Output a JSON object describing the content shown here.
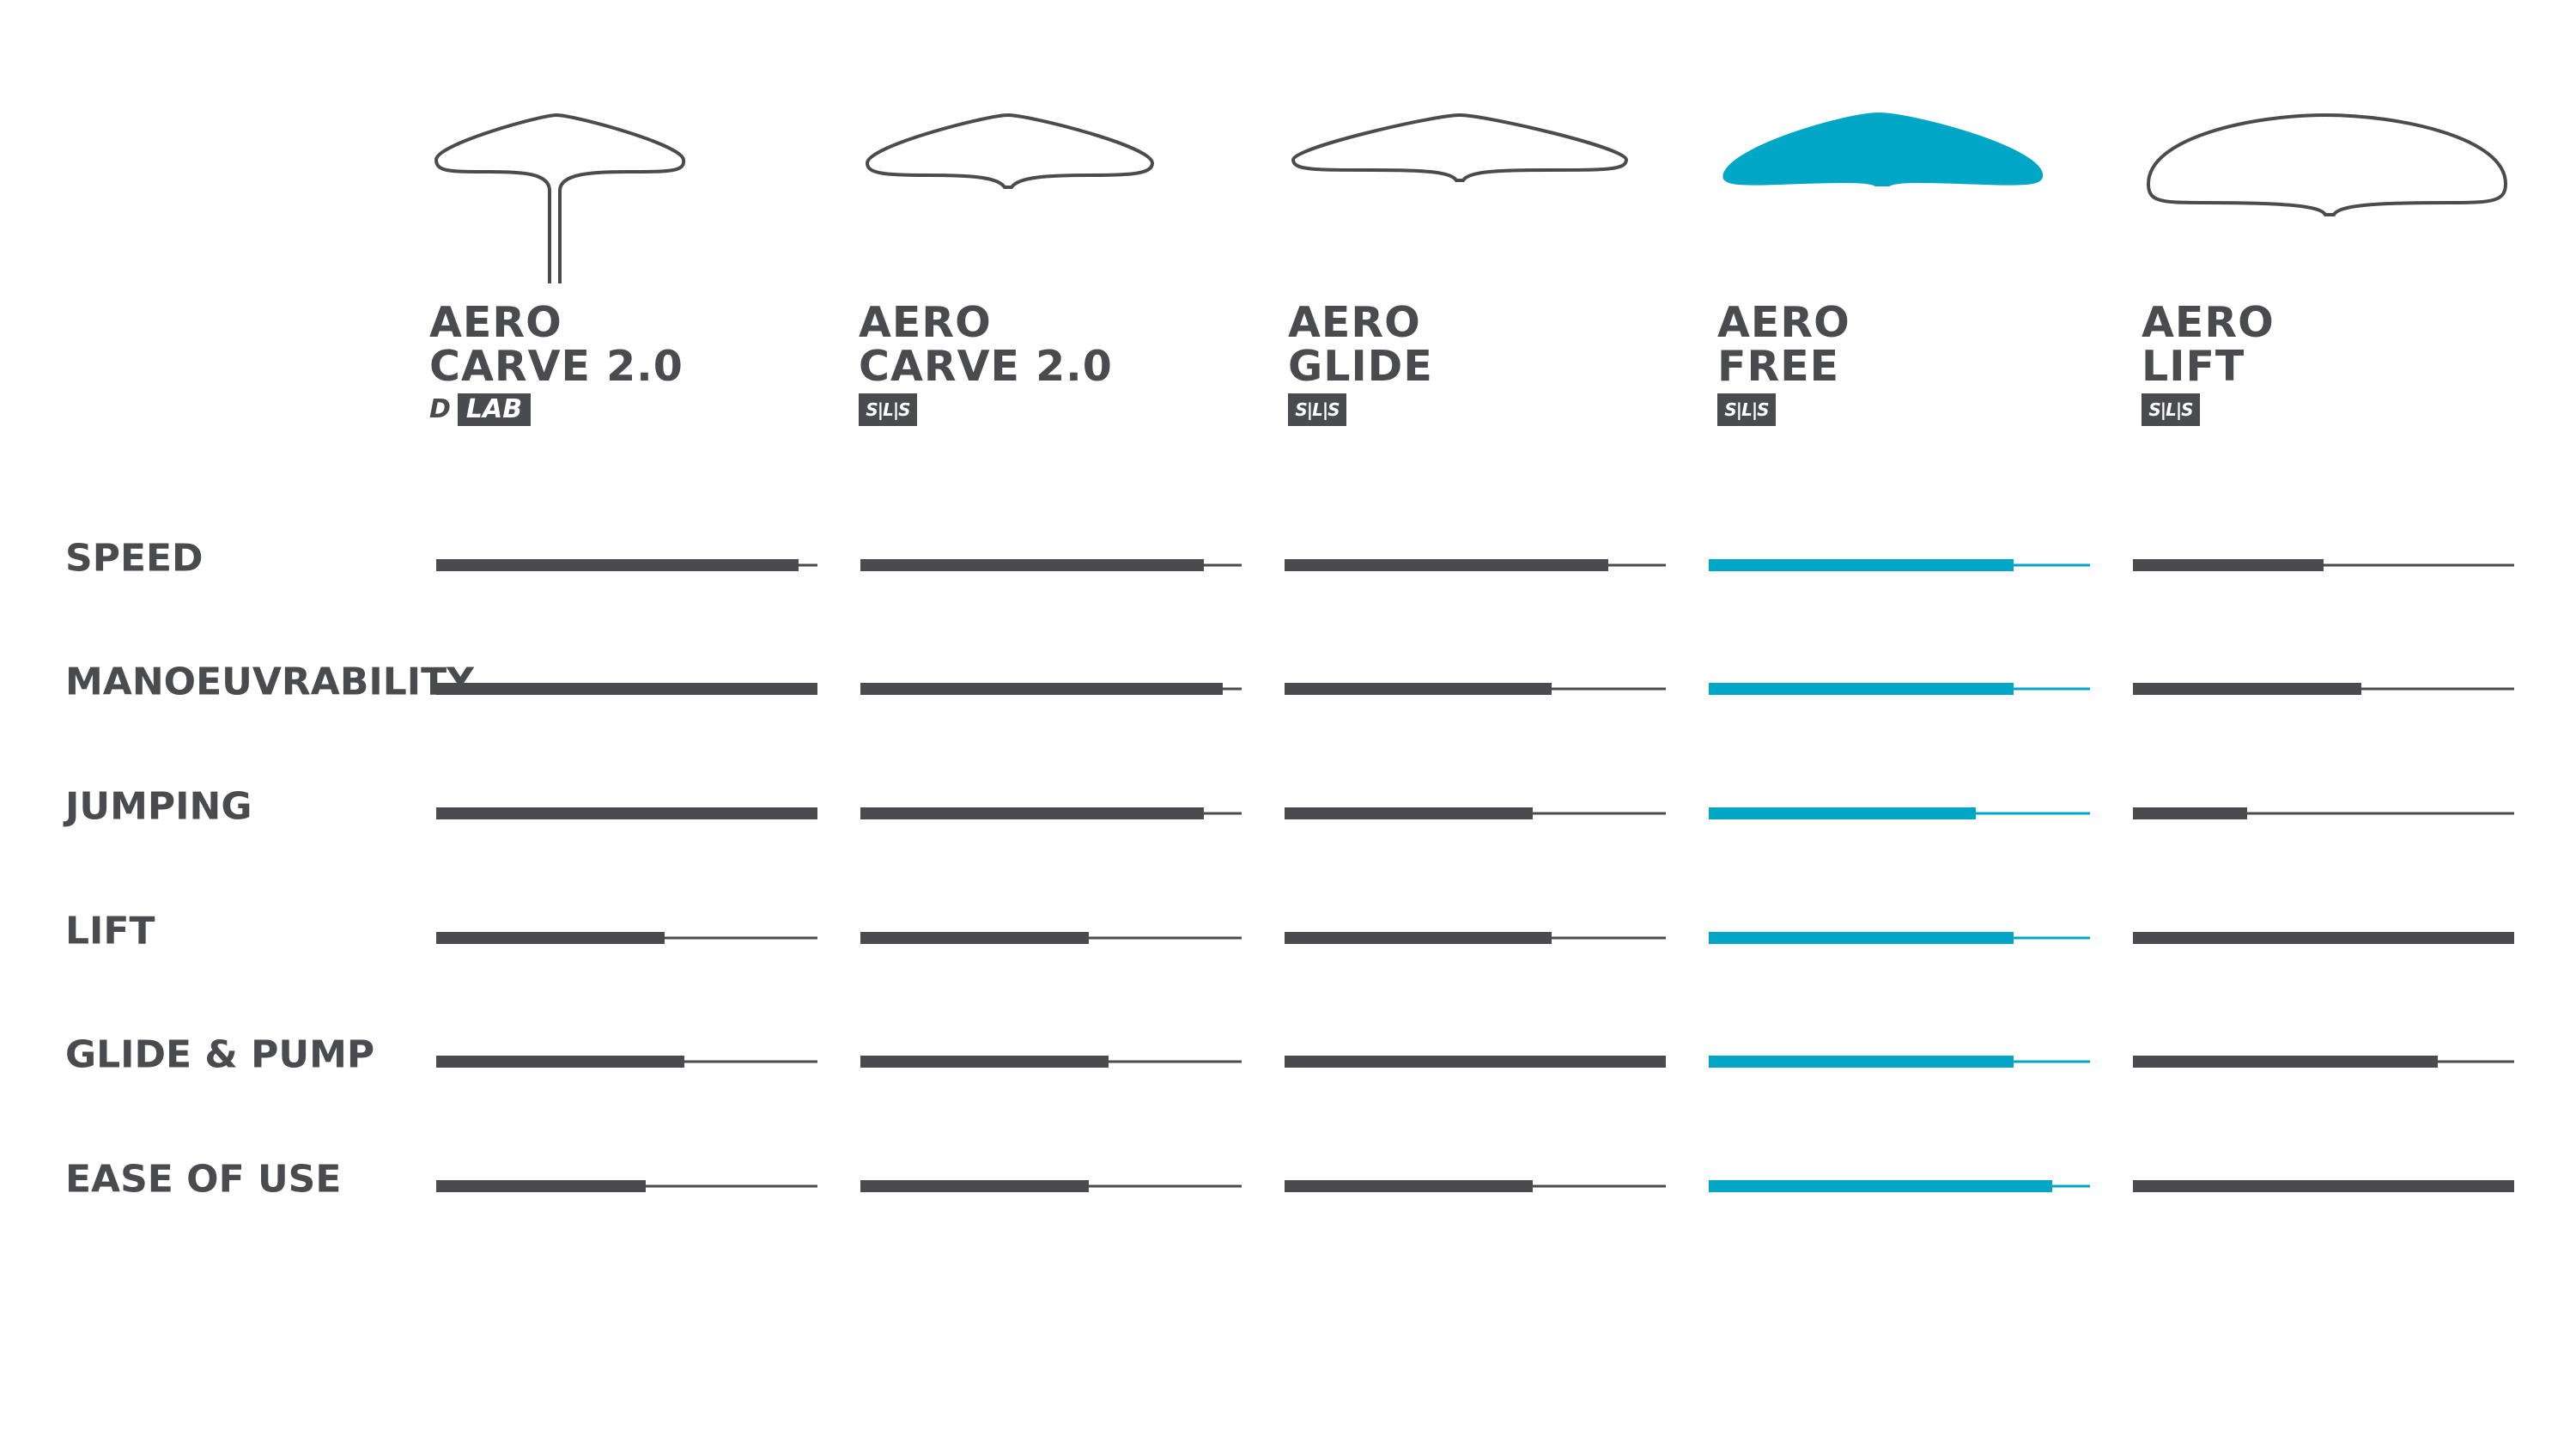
{
  "colors": {
    "dark": "#4a4b4e",
    "accent": "#00a6c6"
  },
  "chart_data": {
    "type": "bar",
    "subtype": "horizontal-rating-bars",
    "categories": [
      "SPEED",
      "MANOEUVRABILITY",
      "JUMPING",
      "LIFT",
      "GLIDE & PUMP",
      "EASE OF USE"
    ],
    "xlim": [
      0,
      1
    ],
    "products": [
      {
        "name_lines": [
          "AERO",
          "CARVE 2.0"
        ],
        "badge": "D LAB",
        "badge_parts": [
          "D",
          "LAB"
        ],
        "highlight": false,
        "foil_icon": "mast-foil-icon",
        "values": [
          0.95,
          1.0,
          1.0,
          0.6,
          0.65,
          0.55
        ]
      },
      {
        "name_lines": [
          "AERO",
          "CARVE 2.0"
        ],
        "badge": "S|L|S",
        "highlight": false,
        "foil_icon": "front-wing-icon",
        "values": [
          0.9,
          0.95,
          0.9,
          0.6,
          0.65,
          0.6
        ]
      },
      {
        "name_lines": [
          "AERO",
          "GLIDE"
        ],
        "badge": "S|L|S",
        "highlight": false,
        "foil_icon": "front-wing-icon",
        "values": [
          0.85,
          0.7,
          0.65,
          0.7,
          1.0,
          0.65
        ]
      },
      {
        "name_lines": [
          "AERO",
          "FREE"
        ],
        "badge": "S|L|S",
        "highlight": true,
        "foil_icon": "front-wing-filled-icon",
        "values": [
          0.8,
          0.8,
          0.7,
          0.8,
          0.8,
          0.9
        ]
      },
      {
        "name_lines": [
          "AERO",
          "LIFT"
        ],
        "badge": "S|L|S",
        "highlight": false,
        "foil_icon": "front-wing-icon",
        "values": [
          0.5,
          0.6,
          0.3,
          1.0,
          0.8,
          1.0
        ]
      }
    ]
  }
}
